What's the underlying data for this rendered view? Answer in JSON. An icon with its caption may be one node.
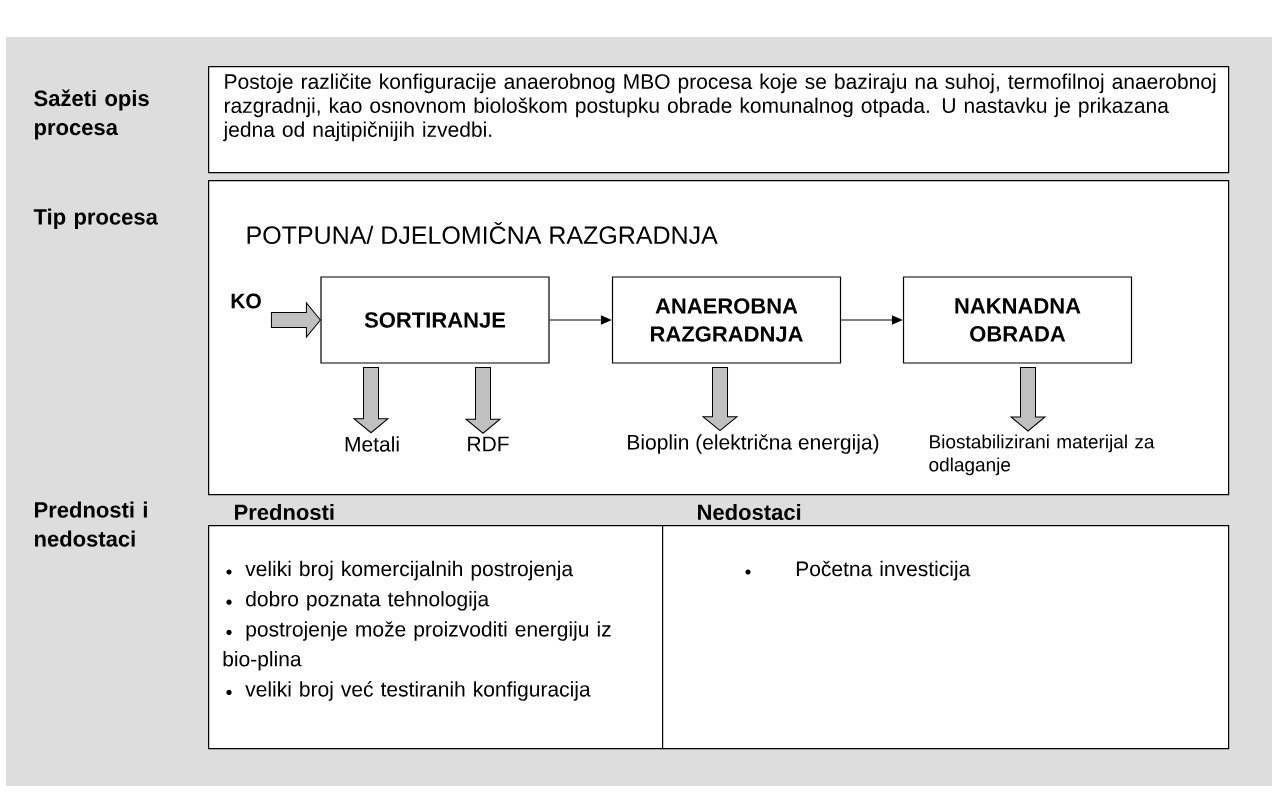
{
  "diagram": {
    "nodes": [
      {
        "text": [
          "Sažeti opis procesa",
          "Postoje različite konfiguracije anaerobnog MBO procesa koje se baziraju na suhoj, termofilnoj anaerobnoj razgradnji, kao osnovnom biološkom postupku obrade komunalnog otpada. U nastavku je prikazana jedna od najtipičnijih izvedbi."
        ]
      },
      {
        "text": [
          "Tip procesa",
          "POTPUNA/ DJELOMIČNA RAZGRADNJA"
        ]
      },
      {
        "text": [
          "KO"
        ],
        "in": 1
      },
      {
        "text": [
          "SORTIRANJE"
        ],
        "in": 1
      },
      {
        "text": [
          "ANAEROBNA RAZGRADNJA"
        ],
        "in": 1
      },
      {
        "text": [
          "NAKNADNA OBRADA"
        ],
        "in": 1
      },
      {
        "text": [
          "Metali"
        ],
        "in": 1
      },
      {
        "text": [
          "RDF"
        ],
        "in": 1
      },
      {
        "text": [
          "Bioplin (električna energija)"
        ],
        "in": 1
      },
      {
        "text": [
          "Biostabilizirani materijal za odlaganje"
        ],
        "in": 1
      },
      {
        "text": [
          "Prednosti",
          "veliki broj komercijalnih postrojenja",
          "dobro poznata tehnologija",
          "postrojenje može proizvoditi energiju iz bio-plina",
          "veliki broj već testiranih konfiguracija"
        ]
      },
      {
        "text": [
          "Nedostaci",
          "Početna investicija"
        ]
      }
    ],
    "edges": [
      {
        "from": 2,
        "to": 3,
        "arrow": "to",
        "style": "thick",
        "color": "#c0c0c0"
      },
      {
        "from": 3,
        "to": 4,
        "arrow": "to"
      },
      {
        "from": 4,
        "to": 5,
        "arrow": "to"
      },
      {
        "from": 3,
        "to": 6,
        "arrow": "to",
        "style": "thick",
        "color": "#c0c0c0"
      },
      {
        "from": 3,
        "to": 7,
        "arrow": "to",
        "style": "thick",
        "color": "#c0c0c0"
      },
      {
        "from": 4,
        "to": 8,
        "arrow": "to",
        "style": "thick",
        "color": "#c0c0c0"
      },
      {
        "from": 5,
        "to": 9,
        "arrow": "to",
        "style": "thick",
        "color": "#c0c0c0"
      }
    ],
    "labels": [
      "Prednosti i nedostaci"
    ]
  }
}
